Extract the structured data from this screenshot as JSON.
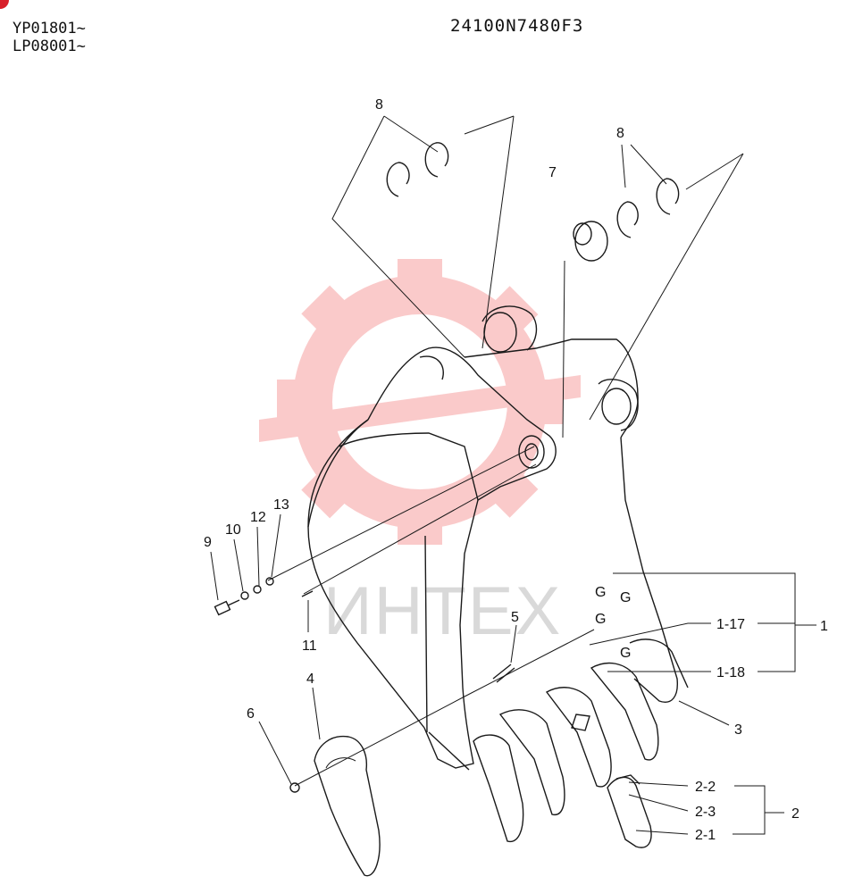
{
  "header": {
    "serial_1": "YP01801~",
    "serial_2": "LP08001~",
    "part_number": "24100N7480F3"
  },
  "watermark": {
    "text": "ИНТЕХ",
    "color": "#f26a6a"
  },
  "callouts": {
    "c1": "1",
    "c1_17": "1-17",
    "c1_18": "1-18",
    "c2": "2",
    "c2_1": "2-1",
    "c2_2": "2-2",
    "c2_3": "2-3",
    "c3": "3",
    "c4": "4",
    "c5": "5",
    "c6": "6",
    "c7": "7",
    "c8a": "8",
    "c8b": "8",
    "c9": "9",
    "c10": "10",
    "c11": "11",
    "c12": "12",
    "c13": "13"
  }
}
